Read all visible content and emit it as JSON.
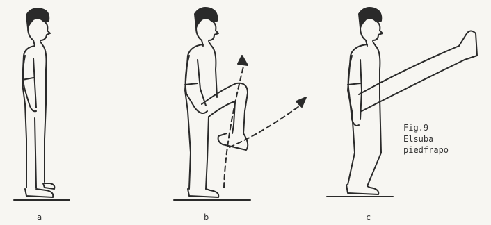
{
  "figure": {
    "fig_number": "Fig.9",
    "caption_line1": "Elsuba",
    "caption_line2": "piedfrapo",
    "panel_labels": [
      "a",
      "b",
      "c"
    ]
  },
  "colors": {
    "ink": "#2a2a2a",
    "paper": "#f7f6f2"
  }
}
